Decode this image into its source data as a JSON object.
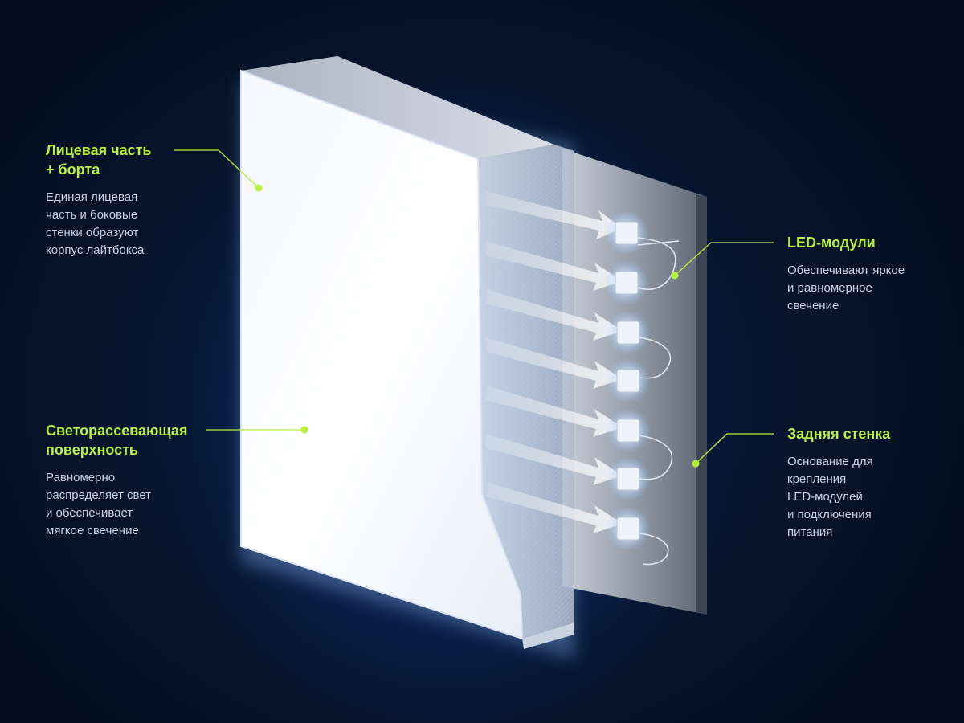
{
  "accent_color": "#b8f23c",
  "background_color": "#040d1e",
  "callouts": {
    "face": {
      "title": "Лицевая часть\n+ борта",
      "text": "Единая лицевая\nчасть и боковые\nстенки образуют\nкорпус лайтбокса"
    },
    "diffuser": {
      "title": "Светорассевающая\nповерхность",
      "text": "Равномерно\nраспределяет свет\nи обеспечивает\nмягкое свечение"
    },
    "led": {
      "title": "LED-модули",
      "text": "Обеспечивают яркое\nи равномерное\nсвечение"
    },
    "back": {
      "title": "Задняя стенка",
      "text": "Основание для\nкрепления\nLED-модулей\nи подключения\nпитания"
    }
  }
}
